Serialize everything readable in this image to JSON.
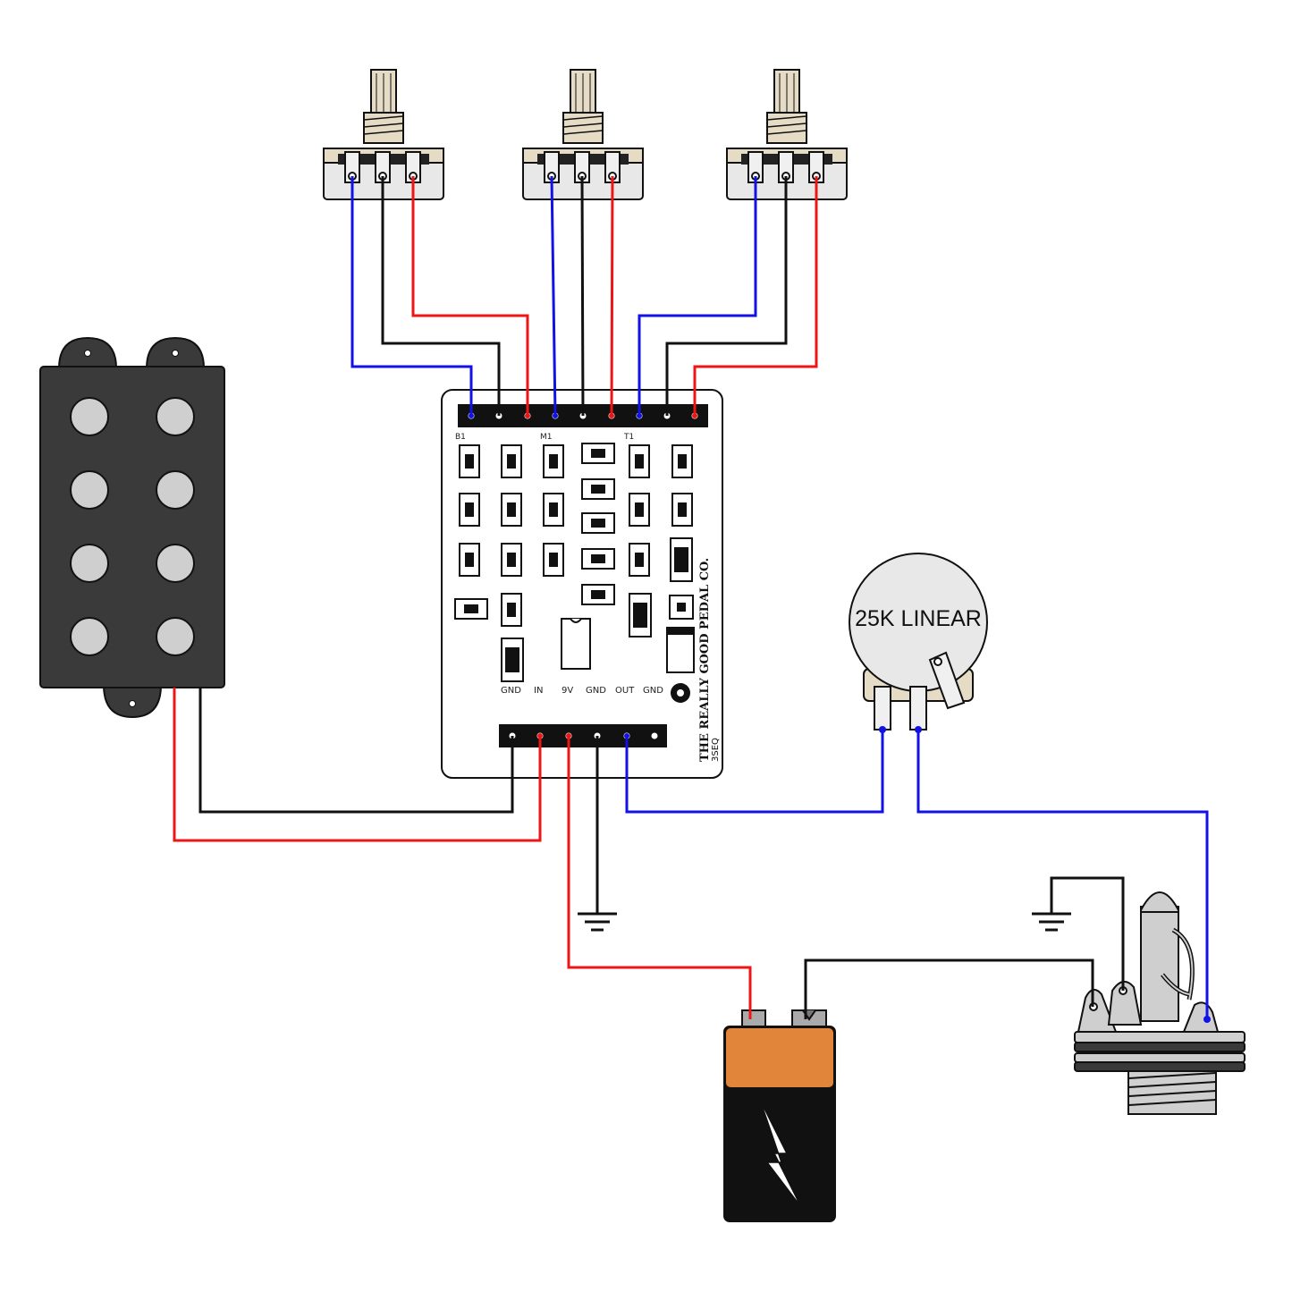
{
  "board": {
    "brand": "THE REALLY GOOD PEDAL CO.",
    "model": "3SEQ",
    "top_pin_labels": [
      "B1",
      "M1",
      "T1"
    ],
    "bottom_pin_labels": [
      "GND",
      "IN",
      "9V",
      "GND",
      "OUT",
      "GND"
    ]
  },
  "volume_pot": {
    "label": "25K LINEAR"
  },
  "colors": {
    "blue_wire": "#1212e6",
    "red_wire": "#ee1515",
    "black_wire": "#111111",
    "pickup_body": "#3a3a3a",
    "pole_piece": "#cfcfcf",
    "battery_cap": "#e0853a",
    "battery_body": "#111111",
    "pot_body": "#e8e8e8",
    "pot_shaft": "#e6dcc6"
  },
  "icons": [
    "ground-symbol-icon",
    "lightning-bolt-icon"
  ]
}
